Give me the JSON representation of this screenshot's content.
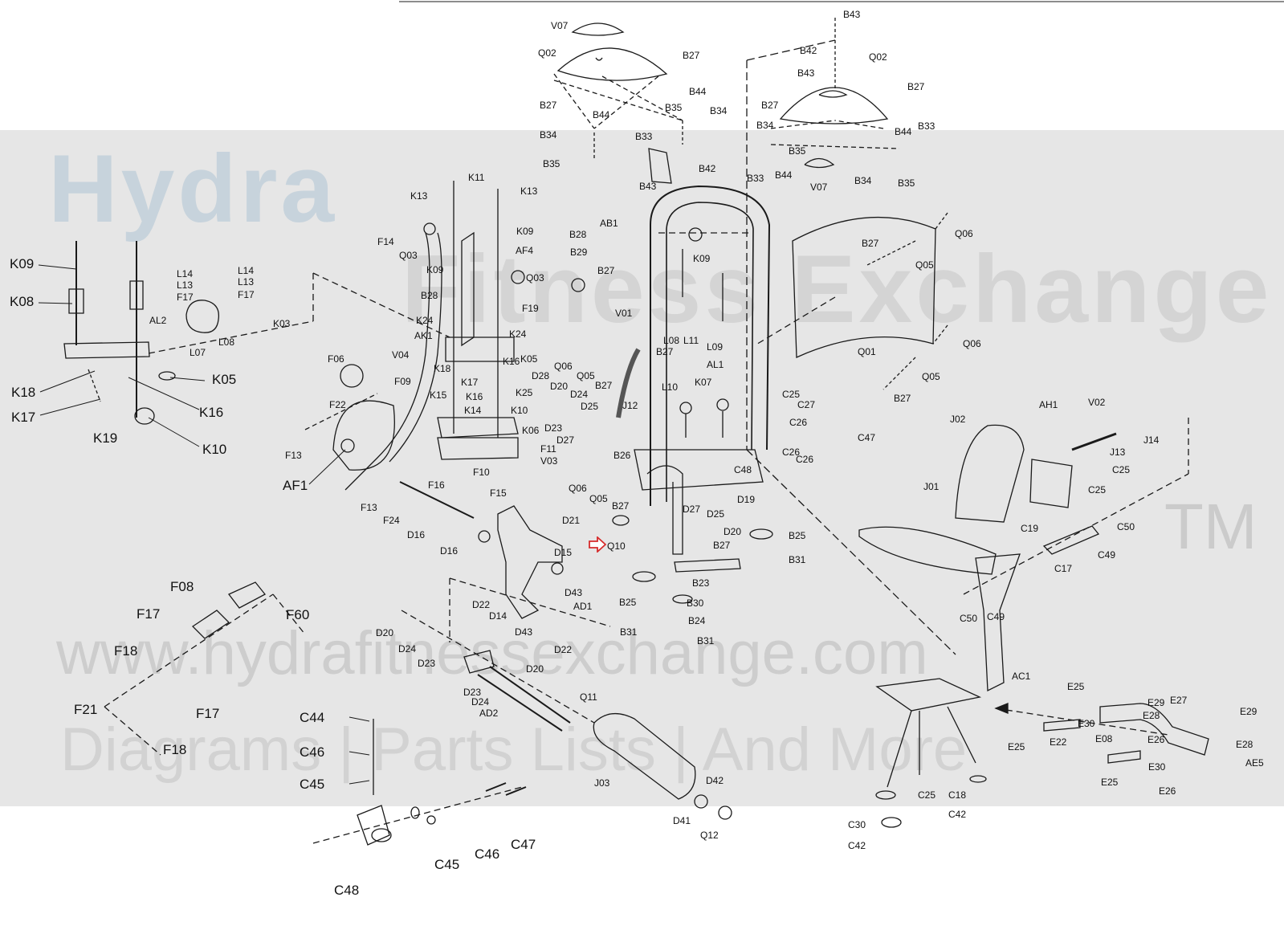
{
  "watermark": {
    "logo_line1": "Hydra",
    "logo_line2": "Fitness Exchange",
    "trademark": "TM",
    "url": "www.hydrafitnessexchange.com",
    "tagline": "Diagrams | Parts Lists | And More"
  },
  "colors": {
    "line": "#1a1a1a",
    "watermark_band": "#e6e6e6",
    "highlight_arrow": "#d62b2b"
  },
  "part_labels": {
    "v07_top": "V07",
    "q02_left": "Q02",
    "b27_a": "B27",
    "b27_b": "B27",
    "b44_a": "B44",
    "b35_a": "B35",
    "b34_a": "B34",
    "b34_b": "B34",
    "b33_a": "B33",
    "b35_b": "B35",
    "b42_a": "B42",
    "b43_a": "B43",
    "b43_b": "B43",
    "b42_b": "B42",
    "b43_c": "B43",
    "q02_right": "Q02",
    "b27_c": "B27",
    "b27_d": "B27",
    "b34_c": "B34",
    "b44_b": "B44",
    "b33_b": "B33",
    "b35_c": "B35",
    "b33_c": "B33",
    "b44_c": "B44",
    "v07_b": "V07",
    "b34_d": "B34",
    "b35_d": "B35",
    "k11": "K11",
    "k13_a": "K13",
    "k13_b": "K13",
    "f14": "F14",
    "q03_a": "Q03",
    "k09_a": "K09",
    "af4": "AF4",
    "k09_b": "K09",
    "q03_b": "Q03",
    "f19": "F19",
    "b28_a": "B28",
    "b29": "B29",
    "b27_e": "B27",
    "b28_b": "B28",
    "k24_a": "K24",
    "ak1": "AK1",
    "k24_b": "K24",
    "v01": "V01",
    "ab1": "AB1",
    "k09_c": "K09",
    "q06_a": "Q06",
    "b27_f": "B27",
    "q05_a": "Q05",
    "q01": "Q01",
    "q06_b": "Q06",
    "q05_b": "Q05",
    "b27_g": "B27",
    "k09_left": "K09",
    "k08": "K08",
    "l14_a": "L14",
    "l14_b": "L14",
    "l13_a": "L13",
    "l13_b": "L13",
    "f17_a": "F17",
    "f17_b": "F17",
    "al2": "AL2",
    "l08_a": "L08",
    "l07": "L07",
    "k03": "K03",
    "k05_left": "K05",
    "k18_left": "K18",
    "k16_left": "K16",
    "k17": "K17",
    "k19": "K19",
    "k10_left": "K10",
    "f06": "F06",
    "v04": "V04",
    "f09": "F09",
    "k18": "K18",
    "k15": "K15",
    "k16": "K16",
    "k17_b": "K17",
    "k14": "K14",
    "k10": "K10",
    "k16_b": "K16",
    "k05": "K05",
    "k25": "K25",
    "k06": "K06",
    "f22": "F22",
    "f13_a": "F13",
    "af1": "AF1",
    "f16": "F16",
    "f10": "F10",
    "v03": "V03",
    "f15": "F15",
    "f13_b": "F13",
    "f24": "F24",
    "d16_a": "D16",
    "d16_b": "D16",
    "q06_c": "Q06",
    "q05_c": "Q05",
    "b27_h": "B27",
    "d28": "D28",
    "d20_a": "D20",
    "d24_a": "D24",
    "d25_a": "D25",
    "d23_a": "D23",
    "d27_a": "D27",
    "f11": "F11",
    "j12": "J12",
    "b26": "B26",
    "q06_d": "Q06",
    "q05_d": "Q05",
    "b27_i": "B27",
    "l08_b": "L08",
    "l11": "L11",
    "b27_j": "B27",
    "l09": "L09",
    "al1": "AL1",
    "l10": "L10",
    "k07": "K07",
    "c25_a": "C25",
    "c27_a": "C27",
    "c26_a": "C26",
    "c47_a": "C47",
    "c26_b": "C26",
    "c26_c": "C26",
    "c48_a": "C48",
    "d19": "D19",
    "d27_b": "D27",
    "d25_b": "D25",
    "d20_b": "D20",
    "b27_k": "B27",
    "b25_a": "B25",
    "b31_a": "B31",
    "q10": "Q10",
    "d21": "D21",
    "d15": "D15",
    "d43_a": "D43",
    "ad1": "AD1",
    "d22_a": "D22",
    "d14": "D14",
    "d43_b": "D43",
    "d22_b": "D22",
    "b23": "B23",
    "b30": "B30",
    "b25_b": "B25",
    "b24": "B24",
    "b31_b": "B31",
    "b31_c": "B31",
    "d20_c": "D20",
    "d24_b": "D24",
    "d23_b": "D23",
    "d20_d": "D20",
    "d23_c": "D23",
    "d24_c": "D24",
    "ad2": "AD2",
    "q11": "Q11",
    "j03": "J03",
    "d42": "D42",
    "d41": "D41",
    "q12": "Q12",
    "j02": "J02",
    "ah1": "AH1",
    "v02": "V02",
    "j13": "J13",
    "j14": "J14",
    "c25_b": "C25",
    "c25_c": "C25",
    "j01": "J01",
    "c19": "C19",
    "c50_a": "C50",
    "c49_a": "C49",
    "c17": "C17",
    "c50_b": "C50",
    "c49_b": "C49",
    "ac1": "AC1",
    "c25_d": "C25",
    "c18": "C18",
    "c42_a": "C42",
    "c30": "C30",
    "c42_b": "C42",
    "e25_a": "E25",
    "e30_a": "E30",
    "e29_a": "E29",
    "e27": "E27",
    "e28_a": "E28",
    "e29_b": "E29",
    "e25_b": "E25",
    "e22": "E22",
    "e08": "E08",
    "e26_a": "E26",
    "e28_b": "E28",
    "ae5": "AE5",
    "e30_b": "E30",
    "e25_c": "E25",
    "e26_b": "E26",
    "f08": "F08",
    "f17_c": "F17",
    "f60": "F60",
    "f18_a": "F18",
    "f21": "F21",
    "f17_d": "F17",
    "f18_b": "F18",
    "c44": "C44",
    "c46_a": "C46",
    "c45_a": "C45",
    "c45_b": "C45",
    "c46_b": "C46",
    "c47_b": "C47",
    "c48_b": "C48"
  }
}
